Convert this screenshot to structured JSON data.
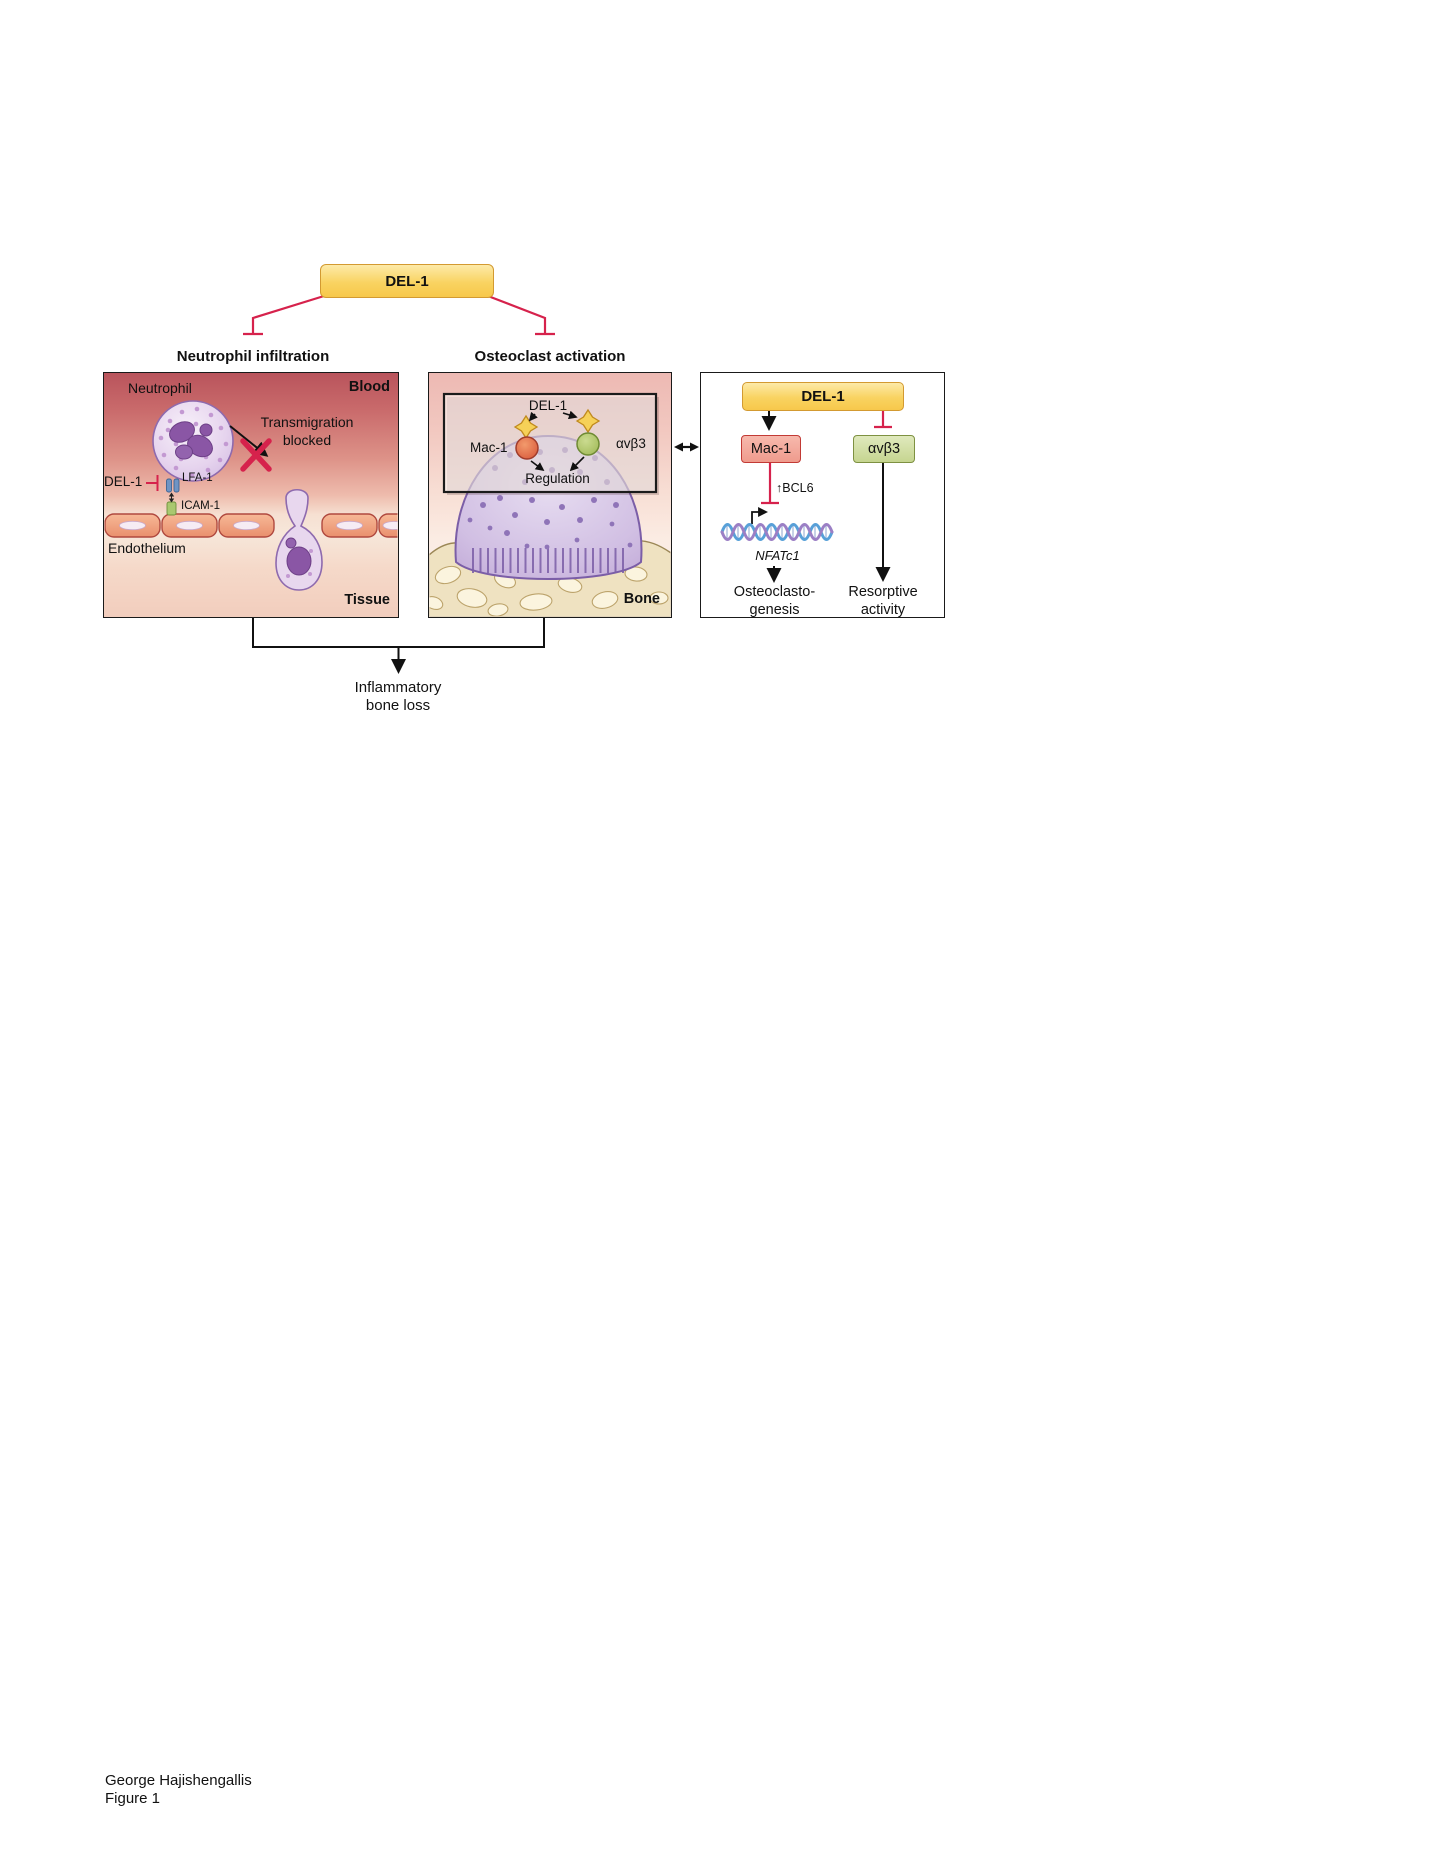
{
  "title_box": {
    "label": "DEL-1"
  },
  "panels": {
    "neutrophil": {
      "title": "Neutrophil infiltration",
      "region_top": "Blood",
      "region_bottom": "Tissue",
      "cell_label": "Neutrophil",
      "transmigration_line1": "Transmigration",
      "transmigration_line2": "blocked",
      "del1_label": "DEL-1",
      "lfa1_label": "LFA-1",
      "icam1_label": "ICAM-1",
      "endothelium_label": "Endothelium"
    },
    "osteoclast": {
      "title": "Osteoclast activation",
      "del1_label": "DEL-1",
      "mac1_label": "Mac-1",
      "avb3_label": "αvβ3",
      "regulation_label": "Regulation",
      "region_bottom": "Bone"
    },
    "pathway": {
      "del1_label": "DEL-1",
      "mac1_label": "Mac-1",
      "avb3_label": "αvβ3",
      "bcl6_label": "↑BCL6",
      "gene_label": "NFATc1",
      "outcome1_line1": "Osteoclasto-",
      "outcome1_line2": "genesis",
      "outcome2_line1": "Resorptive",
      "outcome2_line2": "activity"
    }
  },
  "bottom": {
    "line1": "Inflammatory",
    "line2": "bone loss"
  },
  "footer": {
    "line1": "George Hajishengallis",
    "line2": "Figure 1"
  },
  "colors": {
    "accent_red": "#d6224c",
    "del1_yellow": "#f9d361",
    "del1_border": "#d39a31",
    "mac1_fill": "#f0a093",
    "mac1_border": "#c23a35",
    "avb3_fill": "#ccdb9d",
    "avb3_border": "#7e9141",
    "bone_fill": "#efe2c1",
    "osteoclast_fill": "#cdbadf"
  }
}
